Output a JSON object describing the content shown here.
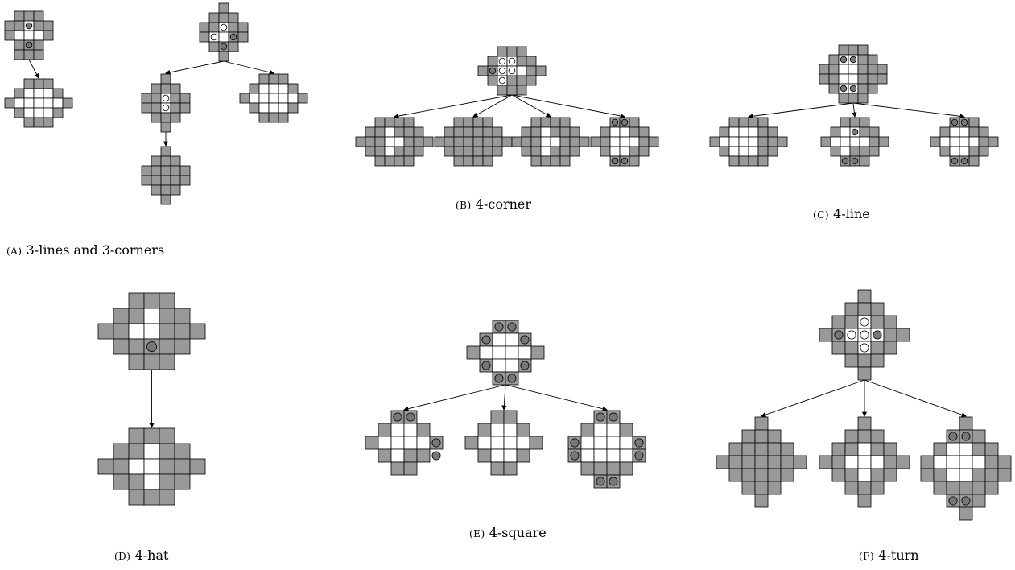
{
  "figure": {
    "colors": {
      "filled": "#999999",
      "empty": "#ffffff",
      "stroke": "#000000",
      "marker": "#777777"
    },
    "panels": [
      {
        "id": "a",
        "caption_letter": "(A)",
        "caption_text": "3-lines and 3-corners",
        "trees": [
          {
            "root": "a3",
            "children": [
              {
                "node": "empty"
              }
            ]
          },
          {
            "root": "corner3",
            "children": [
              {
                "node": "vert2",
                "children": [
                  {
                    "node": "full"
                  }
                ]
              },
              {
                "node": "empty"
              }
            ]
          }
        ]
      },
      {
        "id": "b",
        "caption_letter": "(B)",
        "caption_text": "4-corner",
        "trees": [
          {
            "root": "b4",
            "children": [
              {
                "node": "wide"
              },
              {
                "node": "wide_full"
              },
              {
                "node": "wide"
              },
              {
                "node": "wide_marked"
              }
            ]
          }
        ]
      },
      {
        "id": "c",
        "caption_letter": "(C)",
        "caption_text": "4-line",
        "trees": [
          {
            "root": "c4",
            "children": [
              {
                "node": "wide_big"
              },
              {
                "node": "wide_mid"
              },
              {
                "node": "wide_pairs"
              }
            ]
          }
        ]
      },
      {
        "id": "d",
        "caption_letter": "(D)",
        "caption_text": "4-hat",
        "trees": [
          {
            "root": "hat",
            "children": [
              {
                "node": "hat_empty"
              }
            ]
          }
        ]
      },
      {
        "id": "e",
        "caption_letter": "(E)",
        "caption_text": "4-square",
        "trees": [
          {
            "root": "square",
            "children": [
              {
                "node": "sq_left"
              },
              {
                "node": "sq_mid"
              },
              {
                "node": "sq_right"
              }
            ]
          }
        ]
      },
      {
        "id": "f",
        "caption_letter": "(F)",
        "caption_text": "4-turn",
        "trees": [
          {
            "root": "turn",
            "children": [
              {
                "node": "turn_full"
              },
              {
                "node": "turn_mid"
              },
              {
                "node": "turn_marked"
              }
            ]
          }
        ]
      }
    ]
  }
}
